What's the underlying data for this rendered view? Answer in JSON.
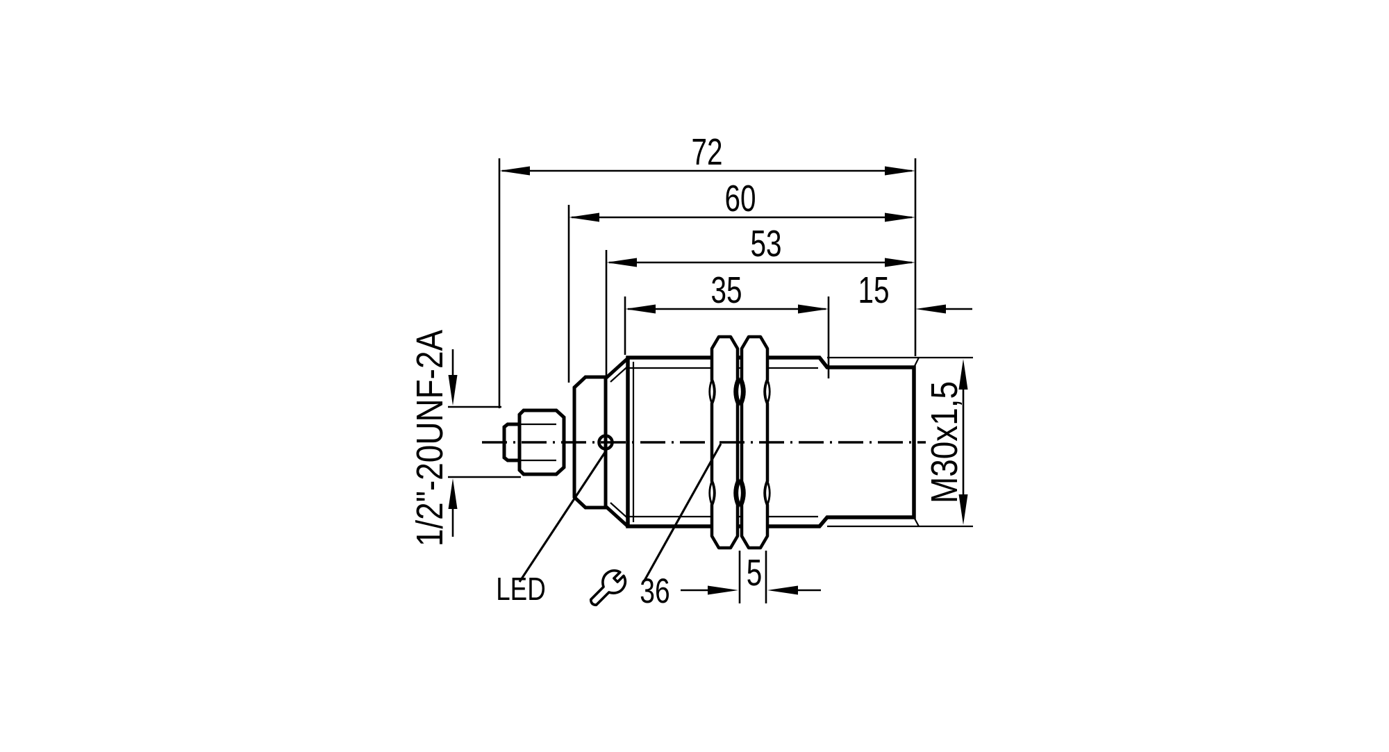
{
  "page": {
    "background_color": "#ffffff",
    "ink_color": "#000000"
  },
  "figure": {
    "kind": "technical-dimension-drawing",
    "subject": "Threaded cylindrical sensor housing, side elevation with dimensions",
    "labels": {
      "dim_overall_length": "72",
      "dim_housing_length": "60",
      "dim_front_length": "53",
      "dim_barrel_length": "35",
      "dim_thread_length": "15",
      "dim_nut_width": "5",
      "wrench_size": "36",
      "thread_spec": "M30x1,5",
      "connector_thread": "1/2\"-20UNF-2A",
      "led_label": "LED"
    }
  }
}
